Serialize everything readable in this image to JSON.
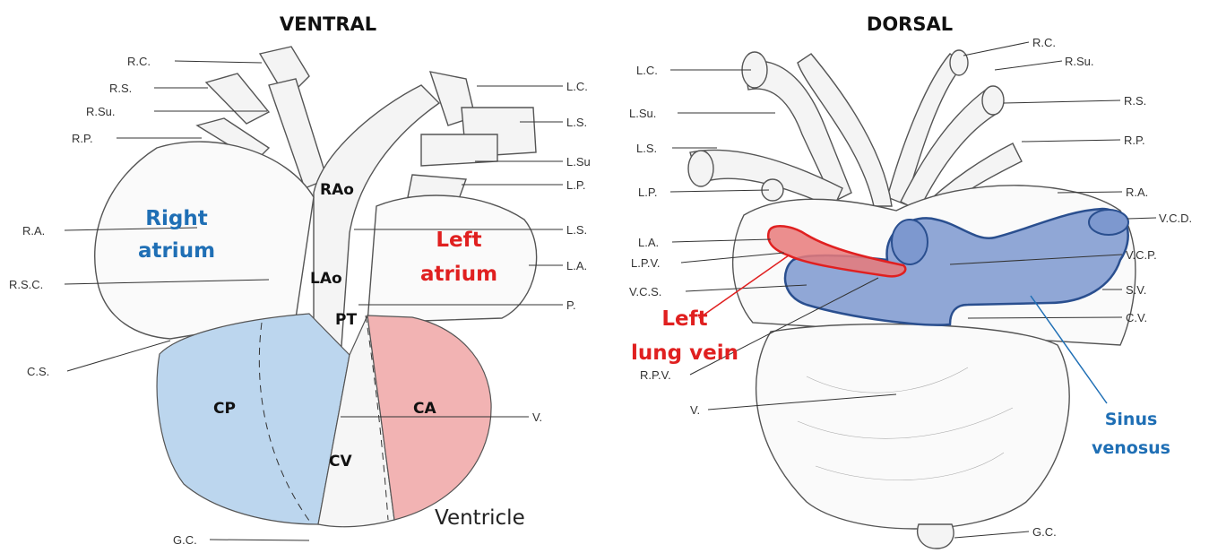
{
  "ventral": {
    "title": "VENTRAL",
    "left_labels": [
      "R.C.",
      "R.S.",
      "R.Su.",
      "R.P.",
      "R.A.",
      "R.S.C.",
      "C.S.",
      "G.C."
    ],
    "right_labels": [
      "L.C.",
      "L.S.",
      "L.Su",
      "L.P.",
      "L.S.",
      "L.A.",
      "P.",
      "V."
    ],
    "regions": {
      "rao": "RAo",
      "lao": "LAo",
      "pt": "PT",
      "cp": "CP",
      "cv": "CV",
      "ca": "CA"
    },
    "right_atrium": [
      "Right",
      "atrium"
    ],
    "left_atrium": [
      "Left",
      "atrium"
    ],
    "ventricle": "Ventricle"
  },
  "dorsal": {
    "title": "DORSAL",
    "left_labels": [
      "L.C.",
      "L.Su.",
      "L.S.",
      "L.P.",
      "L.A.",
      "L.P.V.",
      "V.C.S.",
      "R.P.V.",
      "V."
    ],
    "right_labels": [
      "R.C.",
      "R.Su.",
      "R.S.",
      "R.P.",
      "R.A.",
      "V.C.D.",
      "V.C.P.",
      "S.V.",
      "C.V.",
      "G.C."
    ],
    "left_lung_vein": [
      "Left",
      "lung vein"
    ],
    "sinus_venosus": [
      "Sinus",
      "venosus"
    ]
  },
  "colors": {
    "right_side_blue": "#bcd6ee",
    "left_side_red": "#f2b3b3",
    "sinus_blue": "#7d98cf",
    "lung_vein_red": "#e87a7a",
    "label_red": "#e02020",
    "label_blue": "#1f6fb5"
  }
}
